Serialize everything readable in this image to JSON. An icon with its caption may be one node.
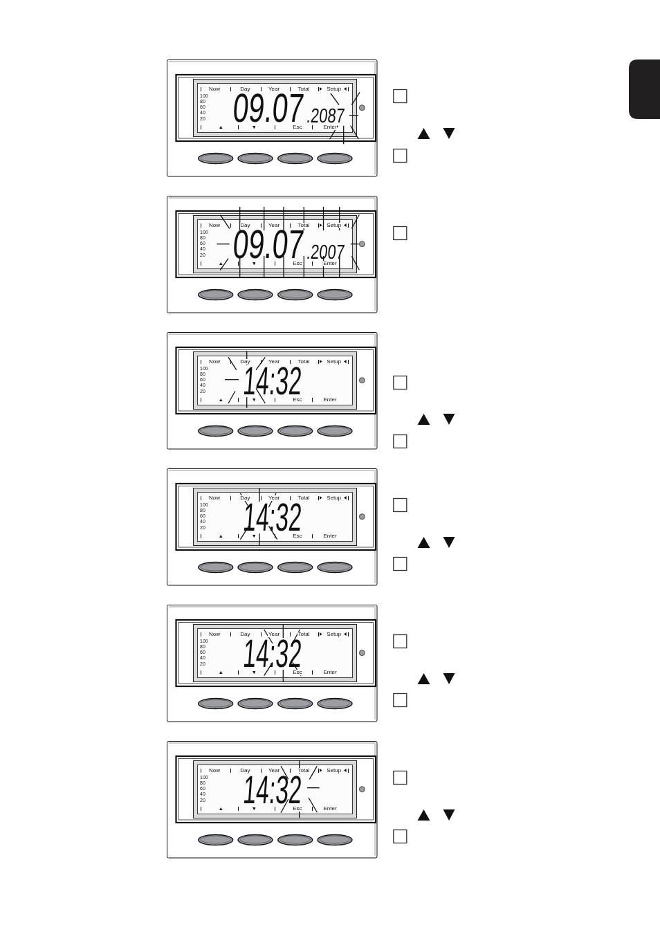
{
  "diagram": {
    "nodes": [
      {
        "text": [
          "Now",
          "Day",
          "Year",
          "Total",
          "Setup",
          "100",
          "80",
          "60",
          "40",
          "20",
          "Esc",
          "Enter",
          "09.07",
          ".2087"
        ]
      },
      {
        "text": [
          "Now",
          "Day",
          "Year",
          "Total",
          "Setup",
          "100",
          "80",
          "60",
          "40",
          "20",
          "Esc",
          "Enter",
          "09.07",
          ".2007"
        ]
      },
      {
        "text": [
          "Now",
          "Day",
          "Year",
          "Total",
          "Setup",
          "100",
          "80",
          "60",
          "40",
          "20",
          "Esc",
          "Enter",
          "14:32"
        ]
      },
      {
        "text": [
          "Now",
          "Day",
          "Year",
          "Total",
          "Setup",
          "100",
          "80",
          "60",
          "40",
          "20",
          "Esc",
          "Enter",
          "14:32"
        ]
      },
      {
        "text": [
          "Now",
          "Day",
          "Year",
          "Total",
          "Setup",
          "100",
          "80",
          "60",
          "40",
          "20",
          "Esc",
          "Enter",
          "14:32"
        ]
      },
      {
        "text": [
          "Now",
          "Day",
          "Year",
          "Total",
          "Setup",
          "100",
          "80",
          "60",
          "40",
          "20",
          "Esc",
          "Enter",
          "14:32"
        ]
      }
    ]
  }
}
